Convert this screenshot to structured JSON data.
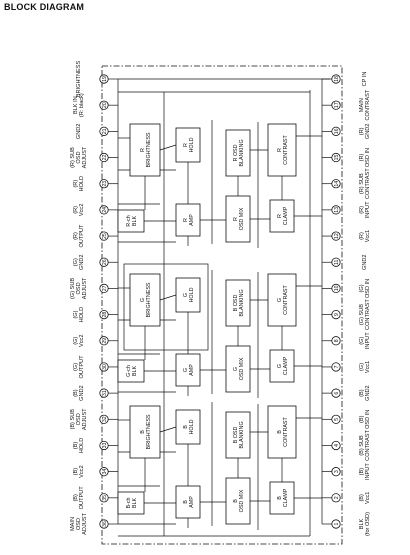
{
  "title": "BLOCK DIAGRAM",
  "left_pins": [
    {
      "num": "19",
      "label": [
        "BRIGHTNESS"
      ]
    },
    {
      "num": "20",
      "label": [
        "BLK IN",
        "(R: black)"
      ]
    },
    {
      "num": "21",
      "label": [
        "GND2"
      ]
    },
    {
      "num": "22",
      "label": [
        "(R) SUB",
        "OSD",
        "ADJUST"
      ]
    },
    {
      "num": "23",
      "label": [
        "(R)",
        "HOLD"
      ]
    },
    {
      "num": "24",
      "label": [
        "(R)",
        "Vcc2"
      ]
    },
    {
      "num": "25",
      "label": [
        "(R)",
        "OUTPUT"
      ]
    },
    {
      "num": "26",
      "label": [
        "(G)",
        "GND2"
      ]
    },
    {
      "num": "27",
      "label": [
        "(G) SUB",
        "OSD",
        "ADJUST"
      ]
    },
    {
      "num": "28",
      "label": [
        "(G)",
        "HOLD"
      ]
    },
    {
      "num": "29",
      "label": [
        "(G)",
        "Vcc2"
      ]
    },
    {
      "num": "30",
      "label": [
        "(G)",
        "OUTPUT"
      ]
    },
    {
      "num": "31",
      "label": [
        "(B)",
        "GND2"
      ]
    },
    {
      "num": "32",
      "label": [
        "(B) SUB",
        "OSD",
        "ADJUST"
      ]
    },
    {
      "num": "33",
      "label": [
        "(B)",
        "HOLD"
      ]
    },
    {
      "num": "34",
      "label": [
        "(B)",
        "Vcc2"
      ]
    },
    {
      "num": "35",
      "label": [
        "(B)",
        "OUTPUT"
      ]
    },
    {
      "num": "36",
      "label": [
        "MAIN",
        "OSD",
        "ADJUST"
      ]
    }
  ],
  "right_pins": [
    {
      "num": "18",
      "label": [
        "CP IN"
      ]
    },
    {
      "num": "17",
      "label": [
        "MAIN",
        "CONTRAST"
      ]
    },
    {
      "num": "16",
      "label": [
        "(R)",
        "GND2"
      ]
    },
    {
      "num": "15",
      "label": [
        "(R)",
        "OSD IN"
      ]
    },
    {
      "num": "14",
      "label": [
        "(R) SUB",
        "CONTRAST"
      ]
    },
    {
      "num": "13",
      "label": [
        "(R)",
        "INPUT"
      ]
    },
    {
      "num": "12",
      "label": [
        "(R)",
        "Vcc1"
      ]
    },
    {
      "num": "11",
      "label": [
        "GND2"
      ]
    },
    {
      "num": "10",
      "label": [
        "(G)",
        "OSD IN"
      ]
    },
    {
      "num": "9",
      "label": [
        "(G) SUB",
        "CONTRAST"
      ]
    },
    {
      "num": "8",
      "label": [
        "(G)",
        "INPUT"
      ]
    },
    {
      "num": "7",
      "label": [
        "(G)",
        "Vcc1"
      ]
    },
    {
      "num": "6",
      "label": [
        "(B)",
        "GND2"
      ]
    },
    {
      "num": "5",
      "label": [
        "(B)",
        "OSD IN"
      ]
    },
    {
      "num": "4",
      "label": [
        "(B) SUB",
        "CONTRAST"
      ]
    },
    {
      "num": "3",
      "label": [
        "(B)",
        "INPUT"
      ]
    },
    {
      "num": "2",
      "label": [
        "(B)",
        "Vcc1"
      ]
    },
    {
      "num": "1",
      "label": [
        "BLK",
        "(for OSD)"
      ]
    }
  ],
  "channels": [
    {
      "brightness": [
        "R",
        "BRIGHTNESS"
      ],
      "hold": [
        "R",
        "HOLD"
      ],
      "blk": [
        "R-ch",
        "BLK"
      ],
      "amp": [
        "R",
        "AMP"
      ],
      "osd_blank": [
        "R OSD",
        "BLANKING"
      ],
      "osd_mix": [
        "R",
        "OSD MIX"
      ],
      "contrast": [
        "R",
        "CONTRAST"
      ],
      "clamp": [
        "R",
        "CLAMP"
      ]
    },
    {
      "brightness": [
        "G",
        "BRIGHTNESS"
      ],
      "hold": [
        "G",
        "HOLD"
      ],
      "blk": [
        "G-ch",
        "BLK"
      ],
      "amp": [
        "G",
        "AMP"
      ],
      "osd_blank": [
        "B OSD",
        "BLANKING"
      ],
      "osd_mix": [
        "G",
        "OSD MIX"
      ],
      "contrast": [
        "G",
        "CONTRAST"
      ],
      "clamp": [
        "G",
        "CLAMP"
      ]
    },
    {
      "brightness": [
        "B",
        "BRIGHTNESS"
      ],
      "hold": [
        "B",
        "HOLD"
      ],
      "blk": [
        "B-ch",
        "BLK"
      ],
      "amp": [
        "B",
        "AMP"
      ],
      "osd_blank": [
        "B OSD",
        "BLANKING"
      ],
      "osd_mix": [
        "B",
        "OSD MIX"
      ],
      "contrast": [
        "B",
        "CONTRAST"
      ],
      "clamp": [
        "B",
        "CLAMP"
      ]
    }
  ]
}
